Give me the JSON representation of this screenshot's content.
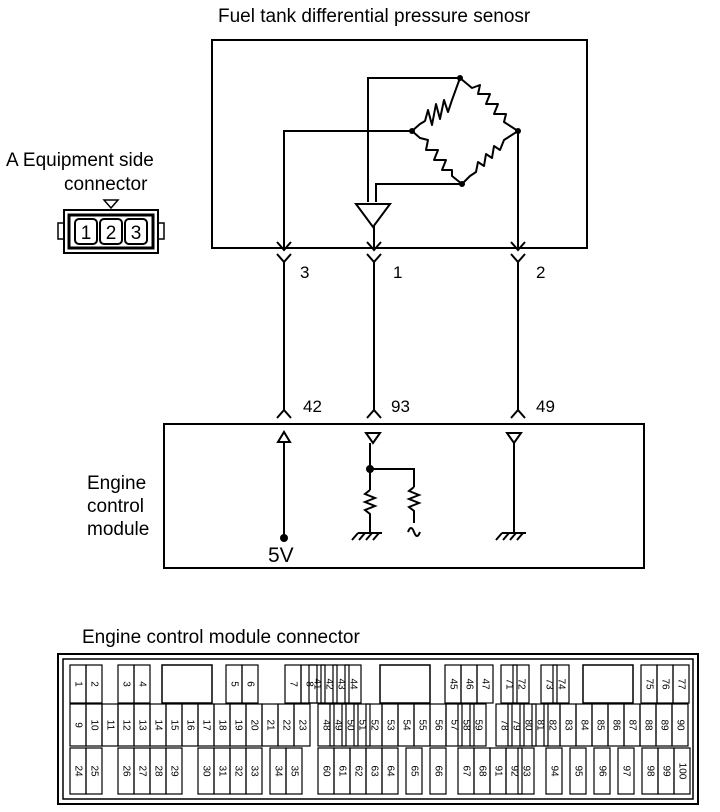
{
  "sensor": {
    "title": "Fuel tank differential pressure senosr",
    "pins": [
      "3",
      "1",
      "2"
    ]
  },
  "connector_a": {
    "label_line1": "A Equipment side",
    "label_line2": "connector",
    "pin_numbers": [
      "1",
      "2",
      "3"
    ]
  },
  "ecm": {
    "label_lines": [
      "Engine",
      "control",
      "module"
    ],
    "pins": [
      "42",
      "93",
      "49"
    ],
    "supply_label": "5V"
  },
  "ecm_connector": {
    "title": "Engine control module connector",
    "pins": [
      {
        "n": "1"
      },
      {
        "n": "2"
      },
      {
        "n": "3"
      },
      {
        "n": "4"
      },
      {
        "n": "5"
      },
      {
        "n": "6"
      },
      {
        "n": "7"
      },
      {
        "n": "8"
      },
      {
        "n": "41"
      },
      {
        "n": "42"
      },
      {
        "n": "43"
      },
      {
        "n": "44"
      },
      {
        "n": "45"
      },
      {
        "n": "46"
      },
      {
        "n": "47"
      },
      {
        "n": "71"
      },
      {
        "n": "72"
      },
      {
        "n": "73"
      },
      {
        "n": "74"
      },
      {
        "n": "75"
      },
      {
        "n": "76"
      },
      {
        "n": "77"
      },
      {
        "n": "9"
      },
      {
        "n": "10"
      },
      {
        "n": "11"
      },
      {
        "n": "12"
      },
      {
        "n": "13"
      },
      {
        "n": "14"
      },
      {
        "n": "15"
      },
      {
        "n": "16"
      },
      {
        "n": "17"
      },
      {
        "n": "18"
      },
      {
        "n": "19"
      },
      {
        "n": "20"
      },
      {
        "n": "21"
      },
      {
        "n": "22"
      },
      {
        "n": "23"
      },
      {
        "n": "48"
      },
      {
        "n": "49"
      },
      {
        "n": "50"
      },
      {
        "n": "51"
      },
      {
        "n": "52"
      },
      {
        "n": "53"
      },
      {
        "n": "54"
      },
      {
        "n": "55"
      },
      {
        "n": "56"
      },
      {
        "n": "57"
      },
      {
        "n": "58"
      },
      {
        "n": "59"
      },
      {
        "n": "78"
      },
      {
        "n": "79"
      },
      {
        "n": "80"
      },
      {
        "n": "81"
      },
      {
        "n": "82"
      },
      {
        "n": "83"
      },
      {
        "n": "84"
      },
      {
        "n": "85"
      },
      {
        "n": "86"
      },
      {
        "n": "87"
      },
      {
        "n": "88"
      },
      {
        "n": "89"
      },
      {
        "n": "90"
      },
      {
        "n": "24"
      },
      {
        "n": "25"
      },
      {
        "n": "26"
      },
      {
        "n": "27"
      },
      {
        "n": "28"
      },
      {
        "n": "29"
      },
      {
        "n": "30"
      },
      {
        "n": "31"
      },
      {
        "n": "32"
      },
      {
        "n": "33"
      },
      {
        "n": "34"
      },
      {
        "n": "35"
      },
      {
        "n": "60"
      },
      {
        "n": "61"
      },
      {
        "n": "62"
      },
      {
        "n": "63"
      },
      {
        "n": "64"
      },
      {
        "n": "65"
      },
      {
        "n": "66"
      },
      {
        "n": "67"
      },
      {
        "n": "68"
      },
      {
        "n": "91"
      },
      {
        "n": "92"
      },
      {
        "n": "93"
      },
      {
        "n": "94"
      },
      {
        "n": "95"
      },
      {
        "n": "96"
      },
      {
        "n": "97"
      },
      {
        "n": "98"
      },
      {
        "n": "99"
      },
      {
        "n": "100"
      }
    ]
  }
}
